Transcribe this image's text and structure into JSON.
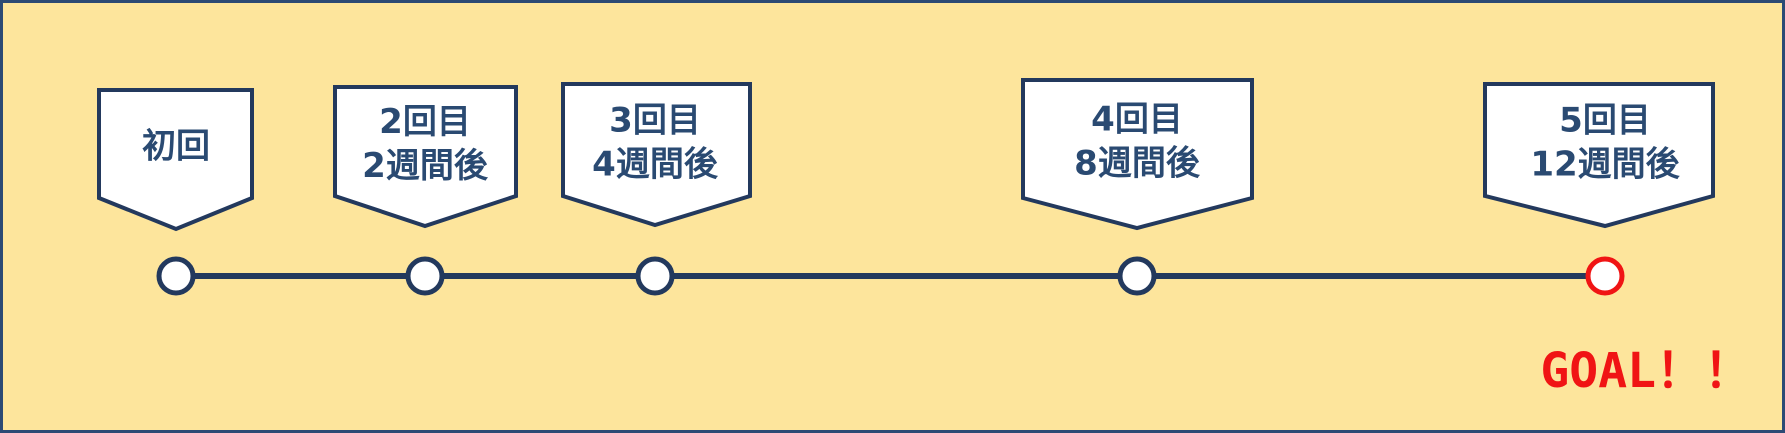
{
  "colors": {
    "background": "#fde59c",
    "border": "#2c4a74",
    "timeline": "#23395d",
    "node_fill": "#ffffff",
    "callout_fill": "#ffffff",
    "label_text": "#2a4a72",
    "goal": "#f01414"
  },
  "milestones": [
    {
      "id": "m1",
      "lines": [
        "初回"
      ]
    },
    {
      "id": "m2",
      "lines": [
        "2回目",
        "2週間後"
      ]
    },
    {
      "id": "m3",
      "lines": [
        "3回目",
        "4週間後"
      ]
    },
    {
      "id": "m4",
      "lines": [
        "4回目",
        "8週間後"
      ]
    },
    {
      "id": "m5",
      "lines": [
        "5回目",
        "12週間後"
      ],
      "is_goal": true
    }
  ],
  "goal_text": "GOAL！！"
}
